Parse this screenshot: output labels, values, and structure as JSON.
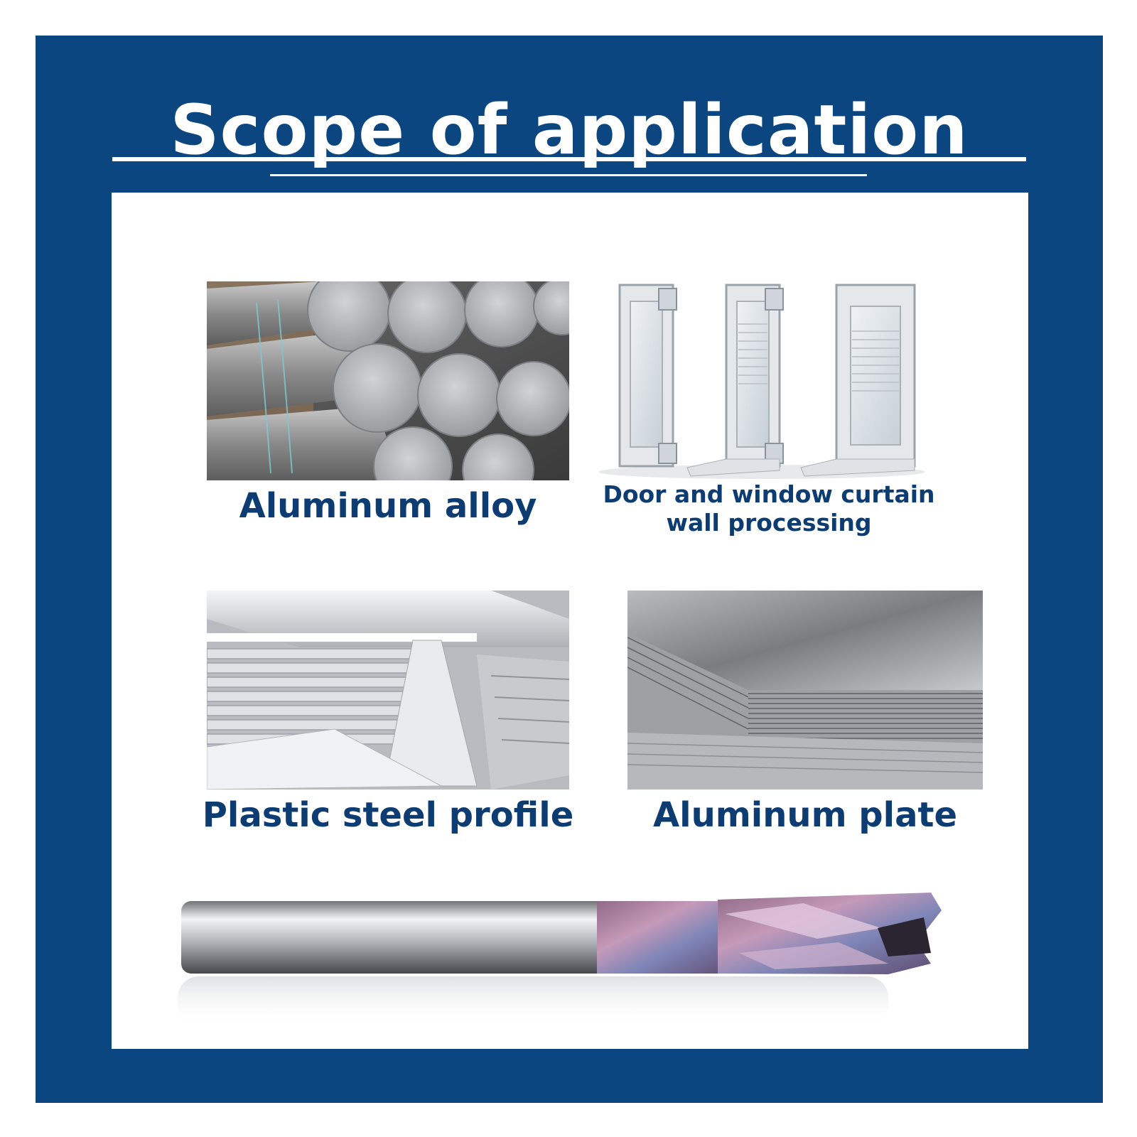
{
  "title": "Scope of application",
  "applications": [
    {
      "label": "Aluminum alloy",
      "image": "aluminum-bars-image"
    },
    {
      "label_line1": "Door and window curtain",
      "label_line2": "wall processing",
      "image": "window-frames-image"
    },
    {
      "label": "Plastic steel profile",
      "image": "aluminum-profile-image"
    },
    {
      "label": "Aluminum plate",
      "image": "aluminum-sheets-image"
    }
  ],
  "product_image": "end-mill-cutter-image",
  "colors": {
    "frame": "#0b4680",
    "caption": "#0d3c73",
    "panel": "#ffffff"
  }
}
